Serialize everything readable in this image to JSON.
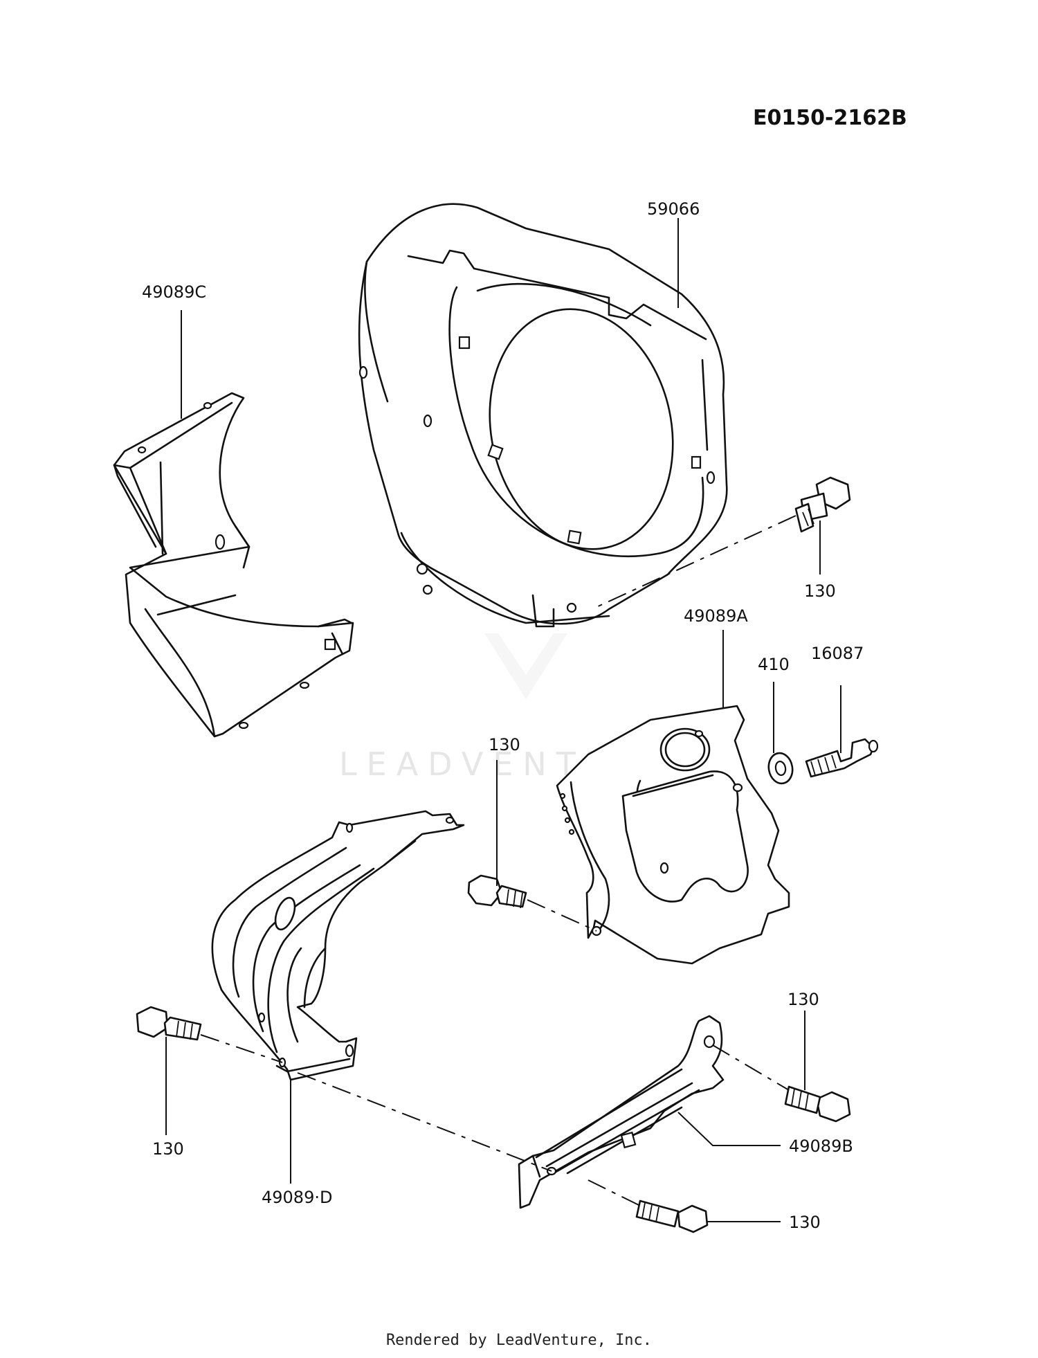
{
  "diagram_code": "E0150-2162B",
  "callouts": {
    "shroud": "59066",
    "plate_c": "49089C",
    "plate_a": "49089A",
    "plate_b": "49089B",
    "plate_d": "49089·D",
    "washer": "410",
    "nipple": "16087",
    "bolt": "130"
  },
  "watermark": "LEADVENTURE",
  "footer": "Rendered by LeadVenture, Inc."
}
